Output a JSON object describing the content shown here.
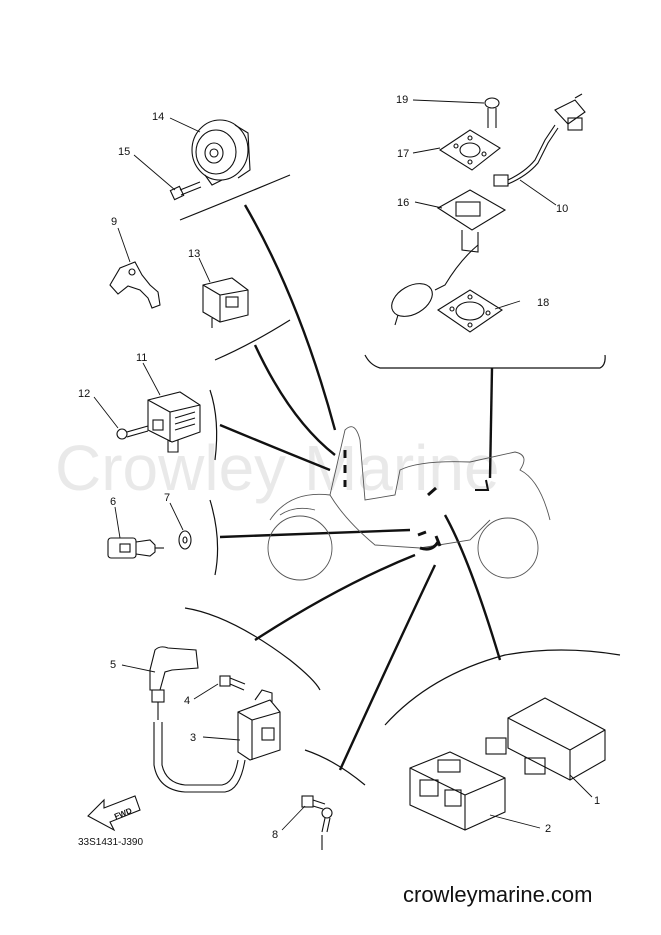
{
  "watermark": "Crowley Marine",
  "footer_site": "crowleymarine.com",
  "drawing_code": "33S1431-J390",
  "fwd_label": "FWD",
  "callouts": [
    "1",
    "2",
    "3",
    "4",
    "5",
    "6",
    "7",
    "8",
    "9",
    "10",
    "11",
    "12",
    "13",
    "14",
    "15",
    "16",
    "17",
    "18",
    "19"
  ]
}
